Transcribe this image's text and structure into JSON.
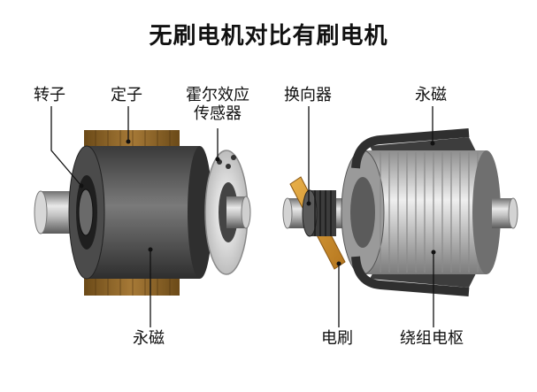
{
  "title": "无刷电机对比有刷电机",
  "brushless": {
    "rotor_label": "转子",
    "stator_label": "定子",
    "hall_sensor_label_line1": "霍尔效应",
    "hall_sensor_label_line2": "传感器",
    "permanent_magnet_label": "永磁"
  },
  "brushed": {
    "commutator_label": "换向器",
    "permanent_magnet_label": "永磁",
    "brush_label": "电刷",
    "armature_label": "绕组电枢"
  }
}
